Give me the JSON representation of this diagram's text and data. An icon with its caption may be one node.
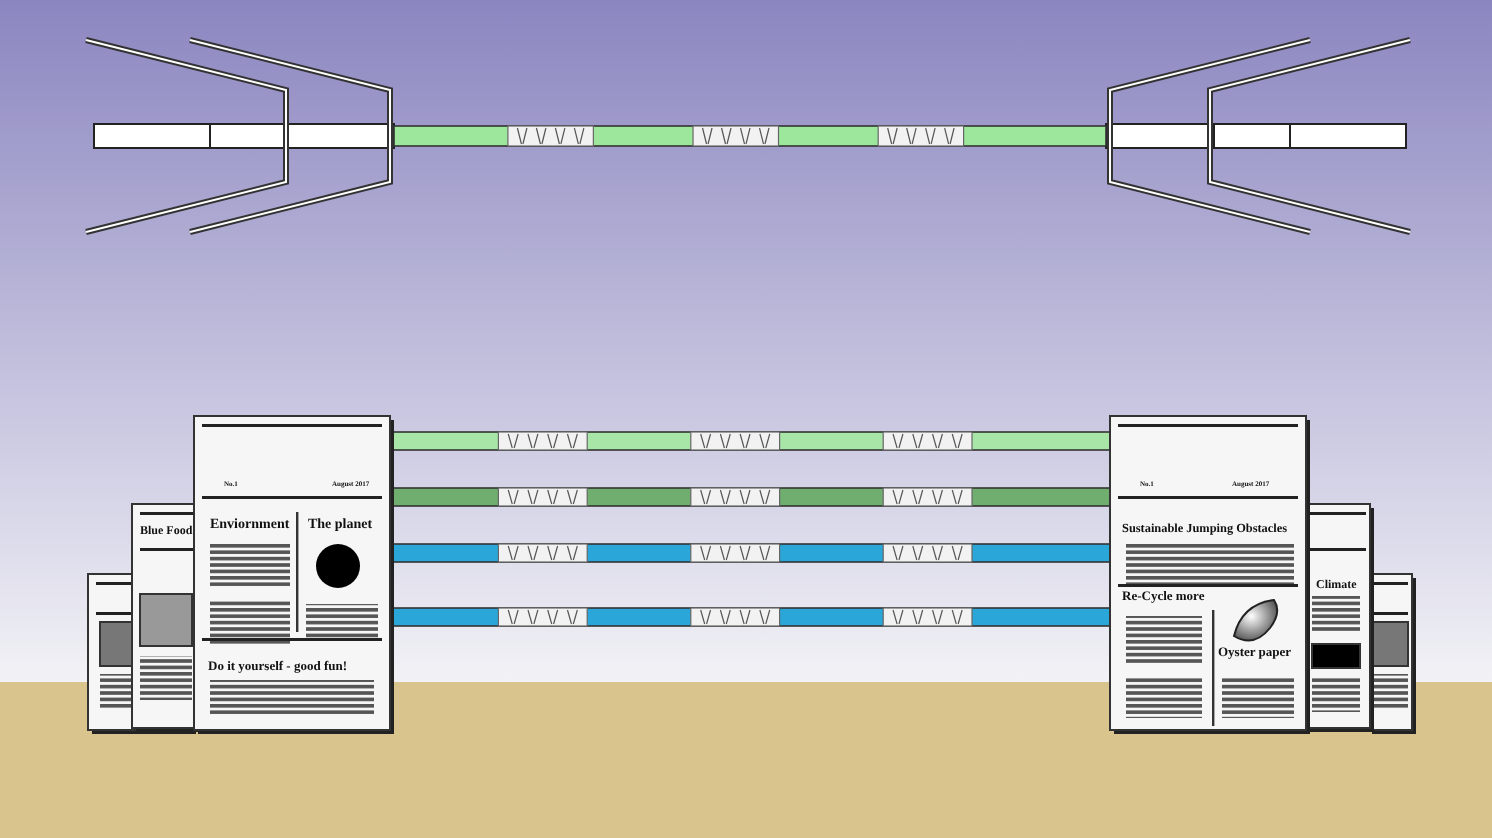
{
  "diagram": {
    "labels": [
      "No.1",
      "August 2017",
      "Enviornment",
      "The planet",
      "Do it yourself - good fun!",
      "Blue Food",
      "No.1",
      "August 2017",
      "Sustainable Jumping Obstacles",
      "Re-Cycle more",
      "Oyster paper",
      "Climate"
    ]
  }
}
